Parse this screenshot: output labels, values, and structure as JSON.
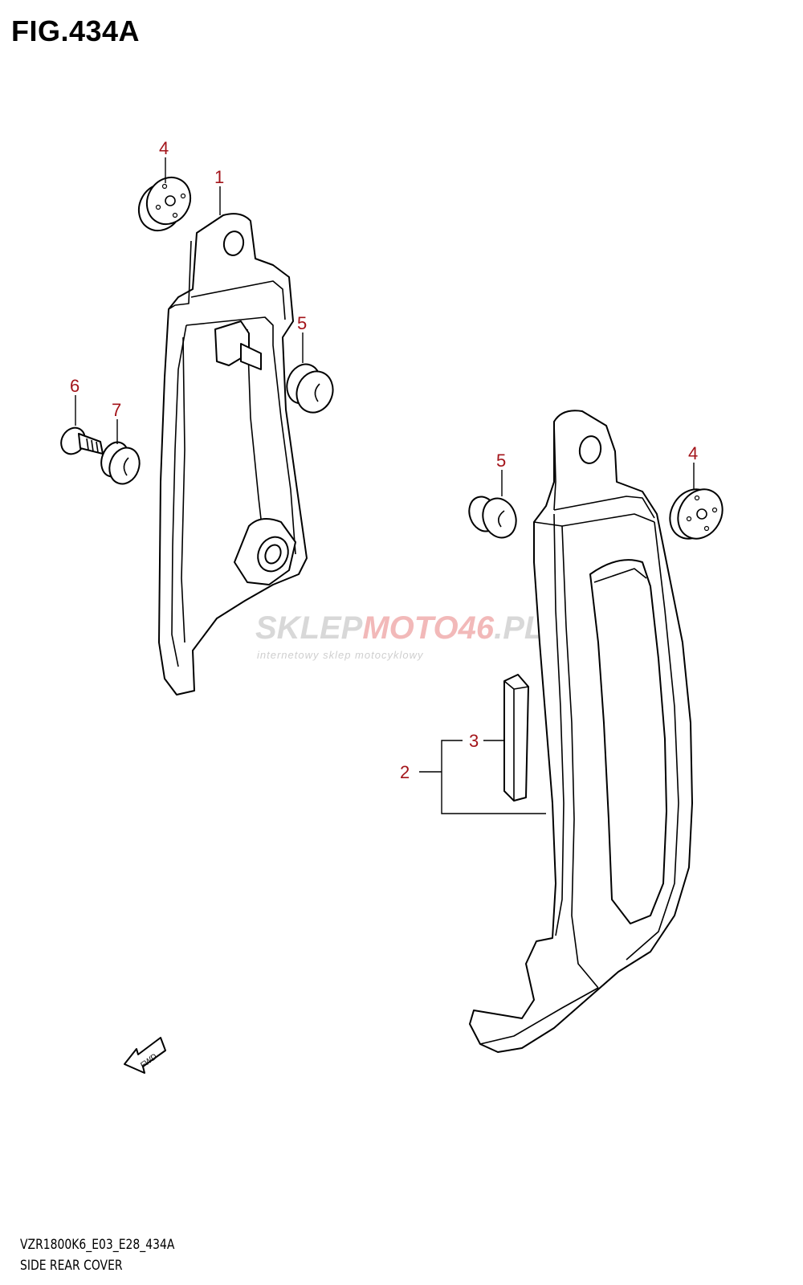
{
  "figure": {
    "title": "FIG.434A",
    "code": "VZR1800K6_E03_E28_434A",
    "description": "SIDE REAR COVER"
  },
  "callouts": [
    {
      "id": "c1",
      "label": "1"
    },
    {
      "id": "c2",
      "label": "2"
    },
    {
      "id": "c3",
      "label": "3"
    },
    {
      "id": "c4a",
      "label": "4"
    },
    {
      "id": "c4b",
      "label": "4"
    },
    {
      "id": "c5a",
      "label": "5"
    },
    {
      "id": "c5b",
      "label": "5"
    },
    {
      "id": "c6",
      "label": "6"
    },
    {
      "id": "c7",
      "label": "7"
    }
  ],
  "watermark": {
    "brand_a": "SKLEP",
    "brand_b": "MOTO",
    "brand_c": "46",
    "brand_d": ".PL",
    "tagline": "internetowy sklep motocyklowy"
  },
  "fwd_label": "FWD",
  "colors": {
    "callout": "#a3141a",
    "line": "#000000",
    "watermark": "#d8d8d8",
    "watermark_accent": "#f2b9b9"
  }
}
